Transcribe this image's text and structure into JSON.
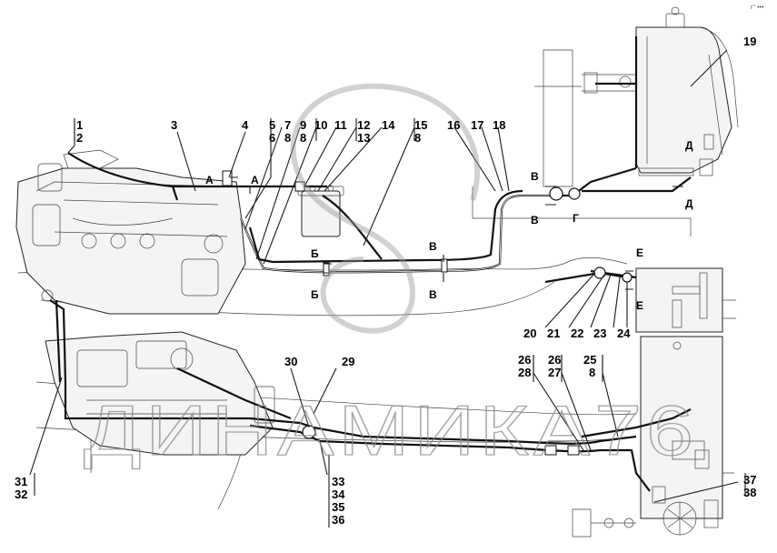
{
  "corner_mark": "r° •••",
  "watermark": {
    "text": "ДИНАМИКА76"
  },
  "part_labels": [
    "1",
    "2",
    "3",
    "4",
    "5",
    "6",
    "7",
    "8",
    "9",
    "8",
    "10",
    "11",
    "12",
    "13",
    "14",
    "15",
    "8",
    "16",
    "17",
    "18",
    "19",
    "20",
    "21",
    "22",
    "23",
    "24",
    "25",
    "8",
    "26",
    "28",
    "26",
    "27",
    "29",
    "30",
    "31",
    "32",
    "33",
    "34",
    "35",
    "36",
    "37",
    "38"
  ],
  "section_labels": [
    "А",
    "А",
    "Б",
    "Б",
    "В",
    "В",
    "В",
    "В",
    "Г",
    "Д",
    "Д",
    "Е",
    "Е"
  ]
}
